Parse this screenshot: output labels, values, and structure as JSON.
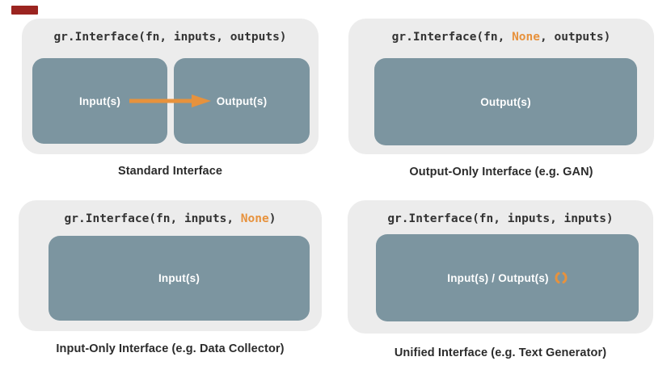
{
  "colors": {
    "card_bg": "#ececec",
    "box_bg": "#7c95a0",
    "accent_orange": "#e7923d",
    "code_text": "#333333",
    "caption_text": "#2b2b2b",
    "box_text": "#ffffff",
    "marker_red": "#9b2420",
    "page_bg": "#ffffff"
  },
  "icons": {
    "arrow": "right-arrow-icon",
    "refresh": "refresh-icon",
    "marker": "red-marker"
  },
  "panels": [
    {
      "id": "standard",
      "code": {
        "pre": "gr.Interface(fn, inputs, outputs)",
        "hl": "",
        "post": ""
      },
      "boxes": {
        "input": "Input(s)",
        "output": "Output(s)"
      },
      "caption": "Standard Interface"
    },
    {
      "id": "output-only",
      "code": {
        "pre": "gr.Interface(fn, ",
        "hl": "None",
        "post": ", outputs)"
      },
      "boxes": {
        "output": "Output(s)"
      },
      "caption": "Output-Only Interface (e.g. GAN)"
    },
    {
      "id": "input-only",
      "code": {
        "pre": "gr.Interface(fn, inputs, ",
        "hl": "None",
        "post": ")"
      },
      "boxes": {
        "input": "Input(s)"
      },
      "caption": "Input-Only Interface (e.g. Data Collector)"
    },
    {
      "id": "unified",
      "code": {
        "pre": "gr.Interface(fn, inputs, inputs)",
        "hl": "",
        "post": ""
      },
      "boxes": {
        "unified": "Input(s) / Output(s)"
      },
      "caption": "Unified Interface (e.g. Text Generator)"
    }
  ]
}
